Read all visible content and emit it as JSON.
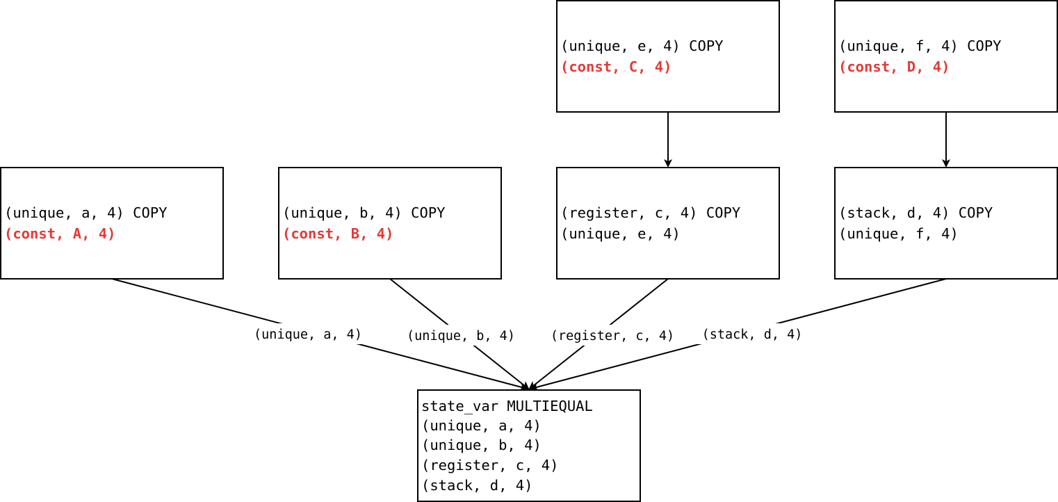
{
  "nodes": {
    "copy_e": {
      "lines": [
        "(unique, e, 4) COPY",
        "(const, C, 4)"
      ]
    },
    "copy_f": {
      "lines": [
        "(unique, f, 4) COPY",
        "(const, D, 4)"
      ]
    },
    "copy_a": {
      "lines": [
        "(unique, a, 4) COPY",
        "(const, A, 4)"
      ]
    },
    "copy_b": {
      "lines": [
        "(unique, b, 4) COPY",
        "(const, B, 4)"
      ]
    },
    "copy_c": {
      "lines": [
        "(register, c, 4) COPY",
        "(unique, e, 4)"
      ]
    },
    "copy_d": {
      "lines": [
        "(stack, d, 4) COPY",
        "(unique, f, 4)"
      ]
    },
    "multiequal": {
      "lines": [
        "state_var MULTIEQUAL",
        "(unique, a, 4)",
        "(unique, b, 4)",
        "(register, c, 4)",
        "(stack, d, 4)"
      ]
    }
  },
  "edge_labels": {
    "a": "(unique, a, 4)",
    "b": "(unique, b, 4)",
    "c": "(register, c, 4)",
    "d": "(stack, d, 4)"
  },
  "colors": {
    "constant_text": "#e53935",
    "stroke": "#000000"
  }
}
